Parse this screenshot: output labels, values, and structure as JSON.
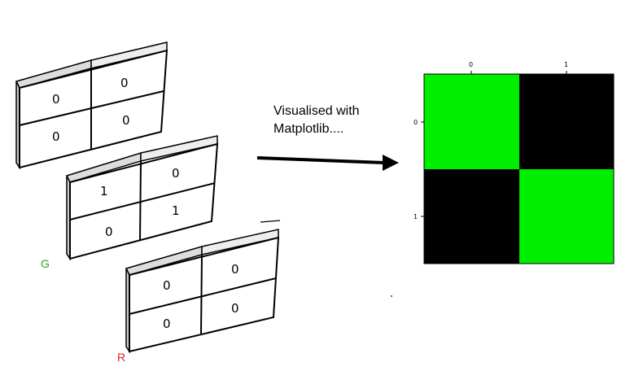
{
  "matrices": {
    "top": {
      "values": [
        [
          "0",
          "0"
        ],
        [
          "0",
          "0"
        ]
      ]
    },
    "middle": {
      "values": [
        [
          "1",
          "0"
        ],
        [
          "0",
          "1"
        ]
      ]
    },
    "bottom": {
      "values": [
        [
          "0",
          "0"
        ],
        [
          "0",
          "0"
        ]
      ]
    }
  },
  "labels": {
    "g": "G",
    "r": "R"
  },
  "caption": {
    "line1": "Visualised with",
    "line2": "Matplotlib...."
  },
  "colors": {
    "green": "#00ee00",
    "black": "#000000",
    "g_label": "#22aa22",
    "r_label": "#dd2222"
  },
  "plot": {
    "x_ticks": [
      "0",
      "1"
    ],
    "y_ticks": [
      "0",
      "1"
    ],
    "grid": [
      [
        "green",
        "black"
      ],
      [
        "black",
        "green"
      ]
    ]
  }
}
